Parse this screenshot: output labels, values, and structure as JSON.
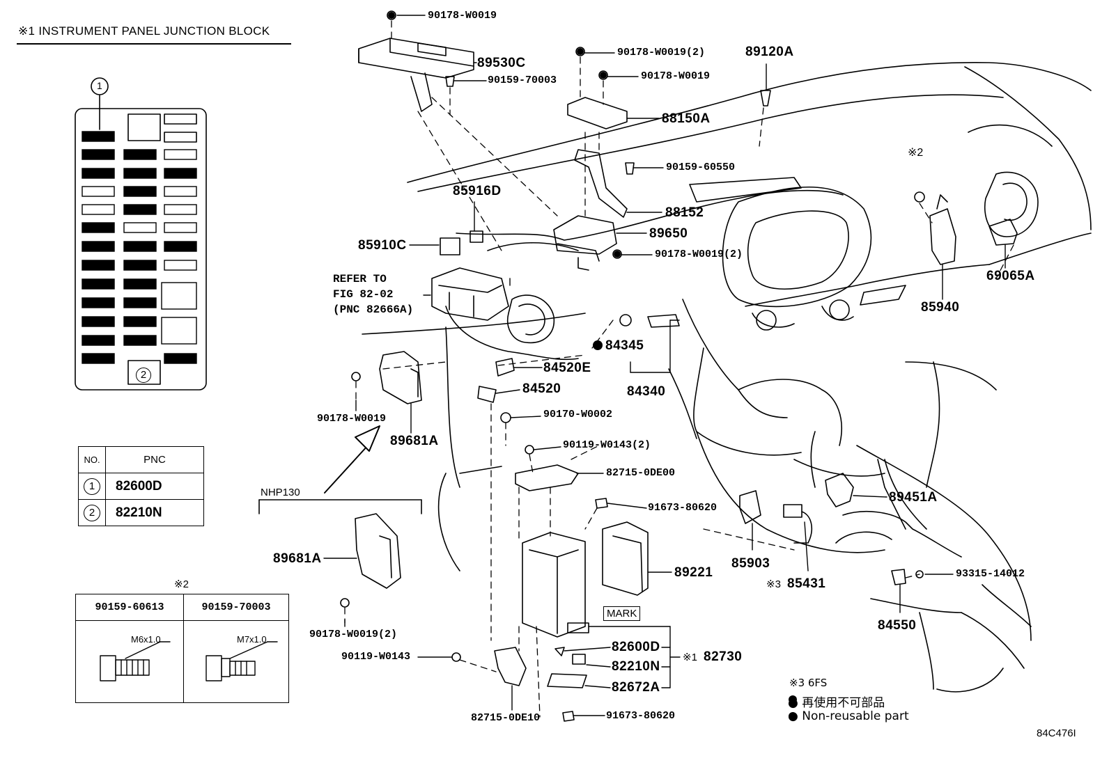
{
  "title": "※1 INSTRUMENT PANEL JUNCTION BLOCK",
  "fuse_box": {
    "marker_top": "1",
    "marker_bottom": "2"
  },
  "pnc_table": {
    "header_no": "NO.",
    "header_pnc": "PNC",
    "rows": [
      {
        "no": "1",
        "pnc": "82600D"
      },
      {
        "no": "2",
        "pnc": "82210N"
      }
    ]
  },
  "bolt_table": {
    "note": "※2",
    "columns": [
      "90159-60613",
      "90159-70003"
    ],
    "threads": [
      "M6x1.0",
      "M7x1.0"
    ]
  },
  "nhp_label": "NHP130",
  "refer": {
    "line1": "REFER TO",
    "line2": "FIG 82-02",
    "line3": "(PNC 82666A)"
  },
  "mark_label": "MARK",
  "callouts": {
    "p90178_w0019_a": "90178-W0019",
    "p89530c": "89530C",
    "p90159_70003": "90159-70003",
    "p90178_w0019_2a": "90178-W0019(2)",
    "p89120a": "89120A",
    "p90178_w0019_b": "90178-W0019",
    "p88150a": "88150A",
    "p90159_60550": "90159-60550",
    "note2": "※2",
    "p85916d": "85916D",
    "p88152": "88152",
    "p89650": "89650",
    "p85910c": "85910C",
    "p90178_w0019_2b": "90178-W0019(2)",
    "p69065a": "69065A",
    "p85940": "85940",
    "p84345": "84345",
    "p84520e": "84520E",
    "p84340": "84340",
    "p84520": "84520",
    "p90178_w0019_c": "90178-W0019",
    "p90170_w0002": "90170-W0002",
    "p89681a_a": "89681A",
    "p90119_w0143_2": "90119-W0143(2)",
    "p82715_0de00": "82715-0DE00",
    "p89451a": "89451A",
    "p91673_80620_a": "91673-80620",
    "p89681a_b": "89681A",
    "p85903": "85903",
    "p89221": "89221",
    "p85431": "85431",
    "note3_85431": "※3",
    "p93315_14012": "93315-14012",
    "p84550": "84550",
    "p90178_w0019_2c": "90178-W0019(2)",
    "p82600d": "82600D",
    "p90119_w0143": "90119-W0143",
    "p82210n": "82210N",
    "p82730": "82730",
    "note1_82730": "※1",
    "p82672a": "82672A",
    "p82715_0de10": "82715-0DE10",
    "p91673_80620_b": "91673-80620"
  },
  "legend": {
    "line1": "※3 6FS",
    "line2": "● 再使用不可部品",
    "line3": "● Non-reusable part"
  },
  "figure_id": "84C476I",
  "colors": {
    "ink": "#000000",
    "paper": "#ffffff"
  }
}
